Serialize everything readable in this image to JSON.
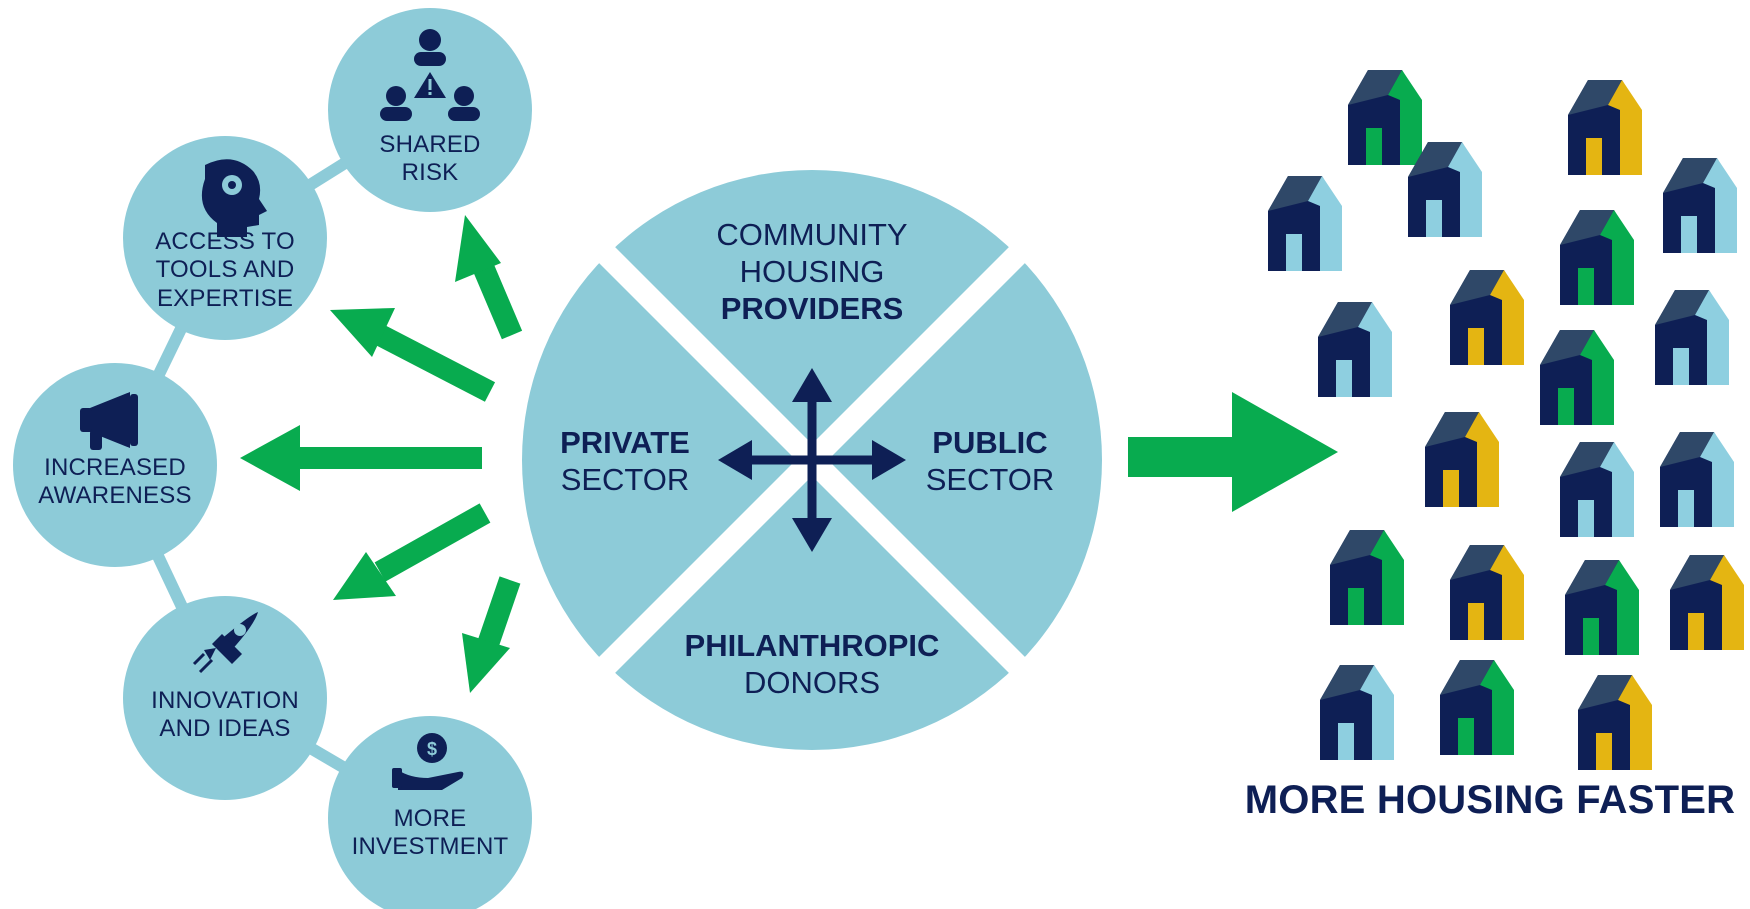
{
  "benefits": [
    {
      "id": "shared-risk",
      "lines": [
        "SHARED",
        "RISK"
      ],
      "icon": "people-warning-icon"
    },
    {
      "id": "access-to-tools",
      "lines": [
        "ACCESS TO",
        "TOOLS AND",
        "EXPERTISE"
      ],
      "icon": "head-gear-icon"
    },
    {
      "id": "increased-awareness",
      "lines": [
        "INCREASED",
        "AWARENESS"
      ],
      "icon": "megaphone-icon"
    },
    {
      "id": "innovation-and-ideas",
      "lines": [
        "INNOVATION",
        "AND IDEAS"
      ],
      "icon": "rocket-icon"
    },
    {
      "id": "more-investment",
      "lines": [
        "MORE",
        "INVESTMENT"
      ],
      "icon": "hand-coin-icon"
    }
  ],
  "sectors": {
    "top": {
      "normal1": "COMMUNITY",
      "normal2": "HOUSING",
      "bold": "PROVIDERS"
    },
    "left": {
      "bold": "PRIVATE",
      "normal": "SECTOR"
    },
    "right": {
      "bold": "PUBLIC",
      "normal": "SECTOR"
    },
    "bottom": {
      "bold": "PHILANTHROPIC",
      "normal": "DONORS"
    }
  },
  "tagline": "MORE HOUSING FASTER",
  "colors": {
    "light_blue": "#8dcbd8",
    "navy": "#0e1f55",
    "green": "#08ab4f",
    "gold": "#e4b512",
    "roof_slate": "#2f4868",
    "pale_blue": "#8ecfe0"
  },
  "house_accents": [
    "green",
    "gold",
    "pale",
    "pale",
    "pale",
    "green",
    "gold",
    "pale",
    "pale",
    "green",
    "gold",
    "pale",
    "pale",
    "green",
    "gold",
    "green",
    "gold",
    "pale",
    "green",
    "gold",
    "pale",
    "gold"
  ]
}
